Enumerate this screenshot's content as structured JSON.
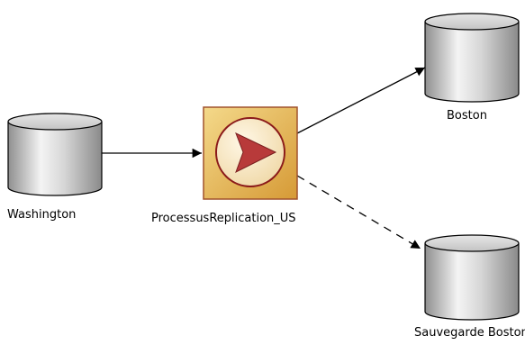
{
  "diagram": {
    "nodes": {
      "washington": {
        "label": "Washington",
        "kind": "database-icon"
      },
      "process": {
        "label": "ProcessusReplication_US",
        "kind": "replication-process-icon"
      },
      "boston": {
        "label": "Boston",
        "kind": "database-icon"
      },
      "backup": {
        "label": "Sauvegarde Boston",
        "kind": "database-icon"
      }
    },
    "edges": [
      {
        "from": "washington",
        "to": "process",
        "style": "solid"
      },
      {
        "from": "process",
        "to": "boston",
        "style": "solid"
      },
      {
        "from": "process",
        "to": "backup",
        "style": "dashed"
      }
    ],
    "colors": {
      "db_fill_light": "#f2f2f2",
      "db_fill_dark": "#9a9a9a",
      "process_fill": "#e8b94f",
      "process_border": "#a0522d",
      "arrow_fill": "#b83a3a"
    }
  }
}
